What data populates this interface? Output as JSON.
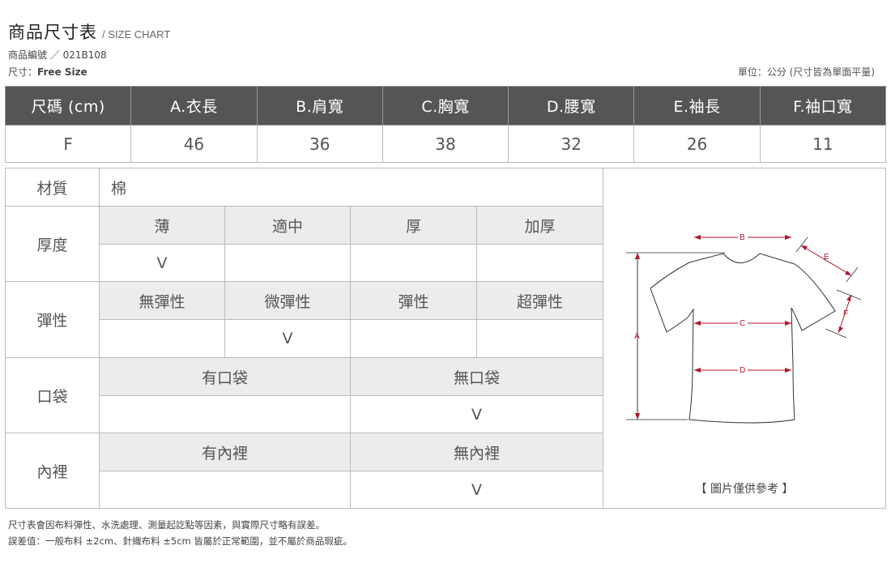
{
  "header": {
    "title": "商品尺寸表",
    "subtitle": "/ SIZE CHART",
    "item_no": "商品編號 ／ 021B108",
    "size_prefix": "尺寸：",
    "size_value": "Free Size",
    "unit_note": "單位：公分 (尺寸皆為單面平量)"
  },
  "size_table": {
    "headers": [
      "尺碼 (cm)",
      "A.衣長",
      "B.肩寬",
      "C.胸寬",
      "D.腰寬",
      "E.袖長",
      "F.袖口寬"
    ],
    "rows": [
      [
        "F",
        "46",
        "36",
        "38",
        "32",
        "26",
        "11"
      ]
    ]
  },
  "details": {
    "material": {
      "label": "材質",
      "value": "棉"
    },
    "thickness": {
      "label": "厚度",
      "options": [
        "薄",
        "適中",
        "厚",
        "加厚"
      ],
      "marks": [
        "V",
        "",
        "",
        ""
      ]
    },
    "elasticity": {
      "label": "彈性",
      "options": [
        "無彈性",
        "微彈性",
        "彈性",
        "超彈性"
      ],
      "marks": [
        "",
        "V",
        "",
        ""
      ]
    },
    "pocket": {
      "label": "口袋",
      "options": [
        "有口袋",
        "無口袋"
      ],
      "marks": [
        "",
        "V"
      ]
    },
    "lining": {
      "label": "內裡",
      "options": [
        "有內裡",
        "無內裡"
      ],
      "marks": [
        "",
        "V"
      ]
    }
  },
  "diagram": {
    "labels": {
      "a": "A",
      "b": "B",
      "c": "C",
      "d": "D",
      "e": "E",
      "f": "F"
    },
    "reference_note": "【 圖片僅供參考 】",
    "accent_color": "#b5122e",
    "line_color": "#333333"
  },
  "footnotes": [
    "尺寸表會因布料彈性、水洗處理、測量起訖點等因素，與實際尺寸略有誤差。",
    "誤差值：一般布料 ±2cm、針織布料 ±5cm 皆屬於正常範圍，並不屬於商品瑕疵。"
  ]
}
